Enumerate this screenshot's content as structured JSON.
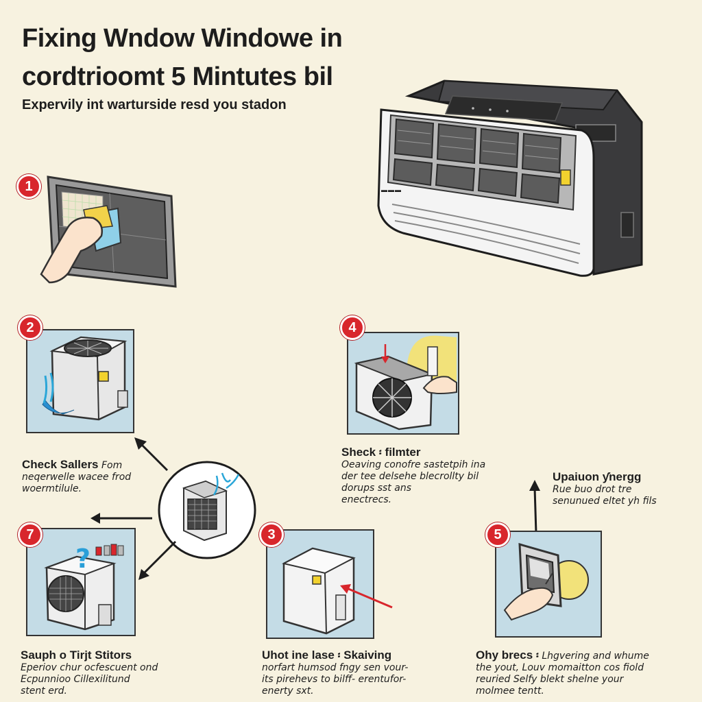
{
  "header": {
    "title_line1": "Fixing Wndow Windowe in",
    "title_line2": "cordtrioomt 5 Mintutes bil",
    "subtitle": "Expervily int warturside resd you stadon"
  },
  "unit_brand": "▬▬▬",
  "steps": [
    {
      "number": "1"
    },
    {
      "number": "2"
    },
    {
      "number": "4"
    },
    {
      "number": "7"
    },
    {
      "number": "3"
    },
    {
      "number": "5"
    }
  ],
  "captions": {
    "check_sallers": {
      "heading": "Check Sallers",
      "suffix": "Fom",
      "lines": [
        "neqerwelle wacee frod",
        "woermtilule."
      ]
    },
    "sheck_filter": {
      "heading": "Sheck ፡ filmter",
      "lines": [
        "Oeaving conofre sastetpih ina",
        "der tee delsehe blecrollty bil",
        "dorups sst ans",
        "enectrecs."
      ]
    },
    "upaiuon": {
      "heading": "Upaiuon ƴnergg",
      "lines": [
        "Rue buo drot tre",
        "senunued eltet yh fils"
      ]
    },
    "sauph": {
      "heading": "Sauph o Tirjt Stitors",
      "lines": [
        "Eperiov chur ocfescuent ond",
        "Ecpunnioo Cillexilitund",
        "stent erd."
      ]
    },
    "uhot": {
      "heading": "Uhot ine lase ፡ Skaiving",
      "lines": [
        "norfart humsod fngy sen vour-",
        "its pirehevs to bilff- erentufor-",
        "enerty sxt."
      ]
    },
    "ohy": {
      "heading": "Ohy brecs ፡",
      "suffix": "Lhgvering and whume",
      "lines": [
        "the yout, Louv momaitton cos fiold",
        "reuried Selfy blekt shelne your",
        "molmee tentt."
      ]
    }
  },
  "colors": {
    "accent_red": "#d8262c",
    "panel_blue": "#c4dce6",
    "background": "#f7f2e0",
    "highlight_yellow": "#f2e27a"
  }
}
